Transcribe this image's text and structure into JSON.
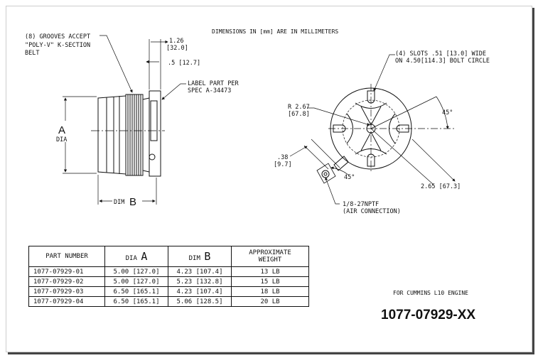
{
  "header": {
    "dimensions_note": "DIMENSIONS IN [mm] ARE IN MILLIMETERS"
  },
  "side_view": {
    "grooves_line1": "(8) GROOVES ACCEPT",
    "grooves_line2": "\"POLY-V\" K-SECTION",
    "grooves_line3": "BELT",
    "dim_126": "1.26",
    "dim_320": "[32.0]",
    "dim_05": ".5 [12.7]",
    "label_line1": "LABEL PART PER",
    "label_line2": "SPEC A-34473",
    "dia_letter": "A",
    "dia_word": "DIA",
    "dim_b_word": "DIM",
    "dim_b_letter": "B"
  },
  "front_view": {
    "slots_line1": "(4) SLOTS .51 [13.0] WIDE",
    "slots_line2": "ON 4.50[114.3] BOLT CIRCLE",
    "r_line1": "R 2.67",
    "r_line2": "[67.8]",
    "angle_top": "45°",
    "dim_038_line1": ".38",
    "dim_038_line2": "[9.7]",
    "angle_bottom": "45°",
    "dim_265": "2.65 [67.3]",
    "nptf_line1": "1/8-27NPTF",
    "nptf_line2": "(AIR CONNECTION)"
  },
  "table": {
    "headers": {
      "part": "PART NUMBER",
      "dia_word": "DIA",
      "dia_letter": "A",
      "dim_word": "DIM",
      "dim_letter": "B",
      "weight_line1": "APPROXIMATE",
      "weight_line2": "WEIGHT"
    },
    "rows": [
      {
        "part": "1077-07929-01",
        "dia": "5.00 [127.0]",
        "dim": "4.23 [107.4]",
        "weight": "13 LB"
      },
      {
        "part": "1077-07929-02",
        "dia": "5.00 [127.0]",
        "dim": "5.23 [132.8]",
        "weight": "15 LB"
      },
      {
        "part": "1077-07929-03",
        "dia": "6.50 [165.1]",
        "dim": "4.23 [107.4]",
        "weight": "18 LB"
      },
      {
        "part": "1077-07929-04",
        "dia": "6.50 [165.1]",
        "dim": "5.06 [128.5]",
        "weight": "20 LB"
      }
    ]
  },
  "footer": {
    "engine_note": "FOR CUMMINS L10 ENGINE",
    "part_family": "1077-07929-XX"
  }
}
